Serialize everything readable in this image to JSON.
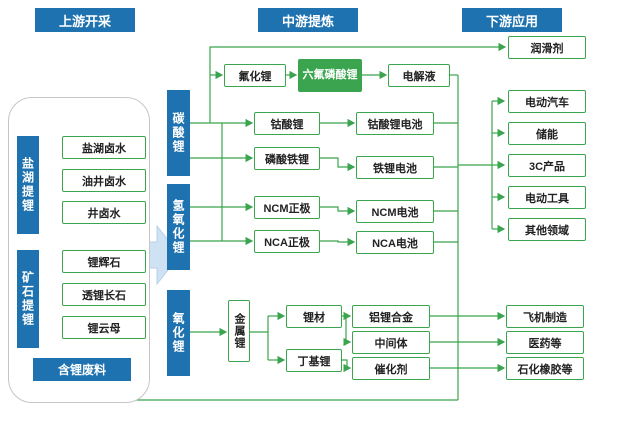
{
  "headers": {
    "upstream": "上游开采",
    "midstream": "中游提炼",
    "downstream": "下游应用"
  },
  "upstream": {
    "salt_lake_label": "盐湖提锂",
    "salt_lake_items": [
      "盐湖卤水",
      "油井卤水",
      "井卤水"
    ],
    "ore_label": "矿石提锂",
    "ore_items": [
      "锂辉石",
      "透锂长石",
      "锂云母"
    ],
    "waste": "含锂废料"
  },
  "midstream": {
    "carbonate": "碳酸锂",
    "hydroxide": "氢氧化锂",
    "oxide": "氧化锂",
    "fluoride": "氟化锂",
    "hexafluorophosphate": "六氟磷酸锂",
    "electrolyte": "电解液",
    "cathodes": [
      "钴酸锂",
      "磷酸铁锂",
      "NCM正极",
      "NCA正极"
    ],
    "batteries": [
      "钴酸锂电池",
      "铁锂电池",
      "NCM电池",
      "NCA电池"
    ],
    "metal": "金属锂",
    "lithium_material": "锂材",
    "butyllithium": "丁基锂",
    "aluminum_lithium_alloy": "铝锂合金",
    "intermediate": "中间体",
    "catalyst": "催化剂"
  },
  "downstream": {
    "lubricant": "润滑剂",
    "applications": [
      "电动汽车",
      "储能",
      "3C产品",
      "电动工具",
      "其他领域"
    ],
    "aircraft": "飞机制造",
    "pharma": "医药等",
    "petrochemical": "石化橡胶等"
  },
  "colors": {
    "primary_blue": "#1e72b0",
    "line_green": "#3aa54e",
    "arrow_fill": "#cfe2f4"
  }
}
